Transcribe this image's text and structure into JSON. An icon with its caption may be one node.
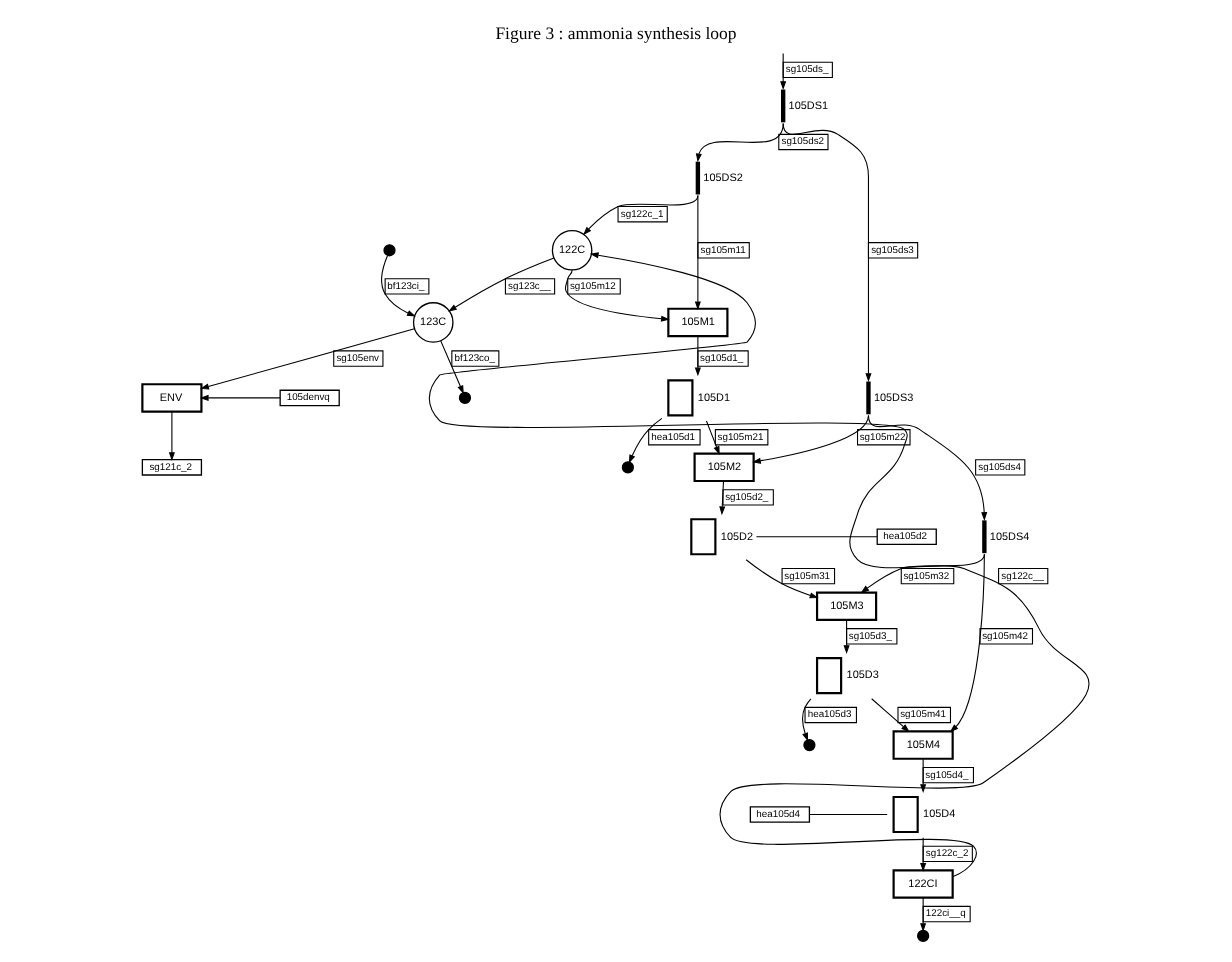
{
  "diagram": {
    "title": "Figure 3 : ammonia synthesis loop",
    "nodes": [
      {
        "text": [
          "122C"
        ]
      },
      {
        "text": [
          "105DS2"
        ]
      },
      {
        "text": [
          "105M1"
        ]
      },
      {
        "text": [
          "105DS1"
        ]
      },
      {
        "text": [],
        "shape": "circle"
      },
      {
        "text": [
          "105D1"
        ]
      },
      {
        "text": [
          "105DS3"
        ]
      },
      {
        "text": [
          "105M2"
        ]
      },
      {
        "text": [
          "hea105d2"
        ]
      },
      {
        "text": [
          "105D2"
        ]
      },
      {
        "text": [
          "105DS4"
        ]
      },
      {
        "text": [
          "105M3"
        ]
      },
      {
        "text": [],
        "shape": "circle"
      },
      {
        "text": [
          "105D3"
        ]
      },
      {
        "text": [
          "123C"
        ]
      },
      {
        "text": [],
        "shape": "circle"
      },
      {
        "text": [],
        "shape": "circle"
      },
      {
        "text": [
          "105M4"
        ]
      },
      {
        "text": [
          "105denvq"
        ]
      },
      {
        "text": [
          "ENV"
        ]
      },
      {
        "text": [
          "hea105d4"
        ]
      },
      {
        "text": [
          "105D4"
        ]
      },
      {
        "text": [
          "sg121c_2"
        ]
      },
      {
        "text": [],
        "shape": "circle"
      },
      {
        "text": [
          "122CI"
        ]
      }
    ],
    "edges": [
      {
        "from": null,
        "to": 3,
        "arrow": "to",
        "label": "sg105ds_"
      },
      {
        "from": 3,
        "to": 1,
        "arrow": "to",
        "label": "sg105ds2"
      },
      {
        "from": 1,
        "to": 0,
        "arrow": "to",
        "label": "sg122c_1"
      },
      {
        "from": 1,
        "to": 2,
        "arrow": "to",
        "label": "sg105m11"
      },
      {
        "from": 0,
        "to": 2,
        "arrow": "to",
        "label": "sg105m12"
      },
      {
        "from": 24,
        "to": 0,
        "arrow": "to",
        "label": "sg122c__"
      },
      {
        "from": 3,
        "to": 6,
        "arrow": "to",
        "label": "sg105ds3"
      },
      {
        "from": 2,
        "to": 5,
        "arrow": "to",
        "label": "sg105d1_"
      },
      {
        "from": 5,
        "to": 4,
        "arrow": "to",
        "label": "hea105d1"
      },
      {
        "from": 5,
        "to": 7,
        "arrow": "to",
        "label": "sg105m21"
      },
      {
        "from": 6,
        "to": 7,
        "arrow": "to",
        "label": "sg105m22"
      },
      {
        "from": 6,
        "to": 10,
        "arrow": "to",
        "label": "sg105ds4"
      },
      {
        "from": 7,
        "to": 9,
        "arrow": "to",
        "label": "sg105d2_"
      },
      {
        "from": 8,
        "to": 9,
        "arrow": "none"
      },
      {
        "from": 9,
        "to": 11,
        "arrow": "to",
        "label": "sg105m31"
      },
      {
        "from": 10,
        "to": 11,
        "arrow": "to",
        "label": "sg105m32"
      },
      {
        "from": 11,
        "to": 13,
        "arrow": "to",
        "label": "sg105d3_"
      },
      {
        "from": 13,
        "to": 12,
        "arrow": "to",
        "label": "hea105d3"
      },
      {
        "from": 10,
        "to": 17,
        "arrow": "to",
        "label": "sg105m42"
      },
      {
        "from": 13,
        "to": 17,
        "arrow": "to",
        "label": "sg105m41"
      },
      {
        "from": 0,
        "to": 14,
        "arrow": "to",
        "label": "sg123c__"
      },
      {
        "from": 14,
        "to": 15,
        "arrow": "to",
        "label": "bf123co_"
      },
      {
        "from": 16,
        "to": 14,
        "arrow": "to",
        "label": "bf123ci_"
      },
      {
        "from": 14,
        "to": 19,
        "arrow": "to",
        "label": "sg105env"
      },
      {
        "from": 18,
        "to": 19,
        "arrow": "to"
      },
      {
        "from": 19,
        "to": 22,
        "arrow": "to"
      },
      {
        "from": 17,
        "to": 21,
        "arrow": "to",
        "label": "sg105d4_"
      },
      {
        "from": 20,
        "to": 21,
        "arrow": "none"
      },
      {
        "from": 21,
        "to": 24,
        "arrow": "to",
        "label": "sg122c_2"
      },
      {
        "from": 24,
        "to": 23,
        "arrow": "to",
        "label": "122ci__q"
      }
    ]
  }
}
